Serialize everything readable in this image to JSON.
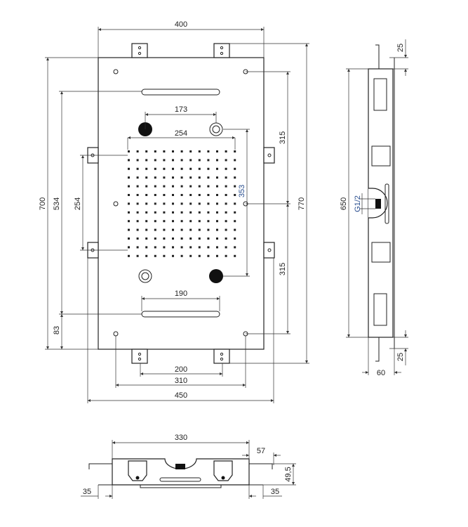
{
  "front_view": {
    "dims": {
      "width_plate": "400",
      "inlet_spacing": "173",
      "grid_width": "254",
      "grid_height": "254",
      "vertical_353": "353",
      "screw_upper": "315",
      "screw_lower": "315",
      "total_height_flange": "770",
      "plate_height": "700",
      "slot_spacing": "534",
      "bottom_offset": "83",
      "slot_length": "190",
      "bracket_spacing": "200",
      "screw_spacing": "310",
      "total_width": "450"
    }
  },
  "side_view": {
    "dims": {
      "height": "650",
      "top_offset": "25",
      "bottom_offset": "25",
      "depth": "60",
      "connection": "G1/2"
    }
  },
  "bottom_view": {
    "dims": {
      "width": "330",
      "bracket_offset": "57",
      "height": "49,5",
      "left_overhang": "35",
      "right_overhang": "35"
    }
  },
  "colors": {
    "line": "#222222",
    "accent_label": "#2a4f8f"
  }
}
